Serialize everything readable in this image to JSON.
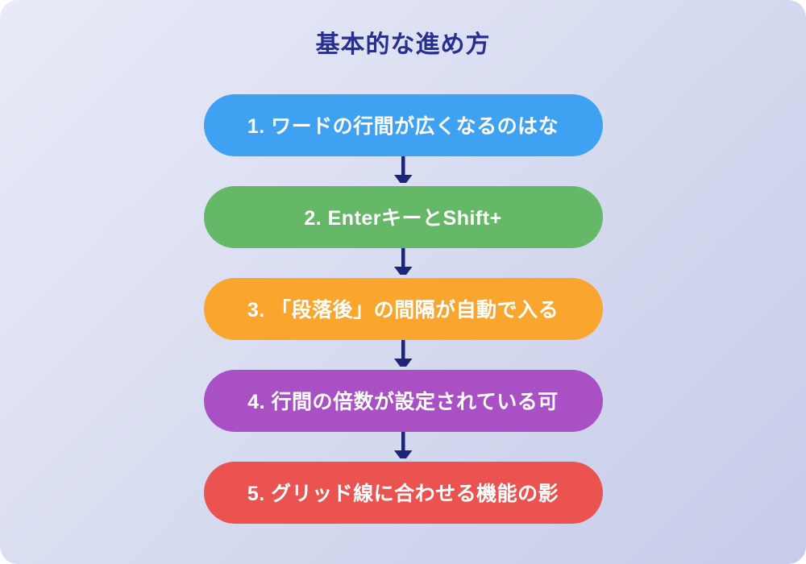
{
  "page": {
    "title": "基本的な進め方"
  },
  "colors": {
    "bg-start": "#e9ebf7",
    "bg-end": "#c6cce9",
    "title": "#27308f",
    "arrow": "#1c2578",
    "step-text": "#ffffff"
  },
  "steps": [
    {
      "label": "1. ワードの行間が広くなるのはな",
      "color": "#3fa1f1"
    },
    {
      "label": "2. EnterキーとShift+",
      "color": "#65b868"
    },
    {
      "label": "3. 「段落後」の間隔が自動で入る",
      "color": "#faa62e"
    },
    {
      "label": "4. 行間の倍数が設定されている可",
      "color": "#a850c4"
    },
    {
      "label": "5. グリッド線に合わせる機能の影",
      "color": "#eb5351"
    }
  ]
}
